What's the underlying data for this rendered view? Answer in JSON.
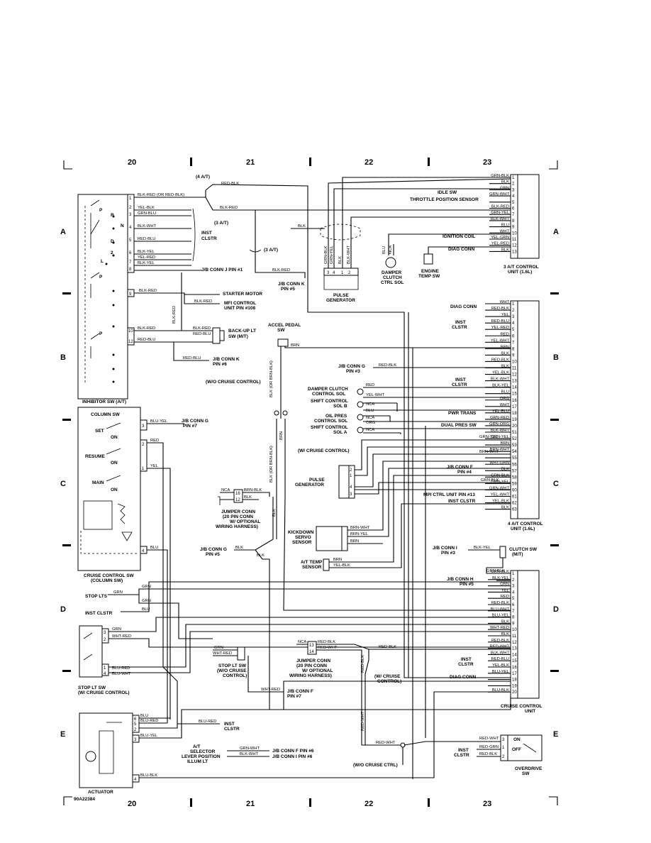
{
  "diagram_id": "90A22384",
  "grid": {
    "columns": [
      "20",
      "21",
      "22",
      "23"
    ],
    "rows": [
      "A",
      "B",
      "C",
      "D",
      "E"
    ]
  },
  "components": {
    "inhibitor_sw": "INHIBITOR SW (A/T)",
    "cruise_sw": "CRUISE CONTROL SW",
    "cruise_sw_sub": "(COLUMN SW)",
    "stop_lt_sw": "STOP LT SW",
    "stop_lt_sw_sub": "(W/ CRUISE CONTROL)",
    "actuator": "ACTUATOR",
    "stop_lt_sw_nc": "STOP LT SW",
    "stop_lt_sw_nc_sub": "(W/O CRUISE",
    "stop_lt_sw_nc_sub2": "CONTROL)",
    "starter_motor": "STARTER MOTOR",
    "mfi_control": "MFI CONTROL",
    "mfi_control_2": "UNIT PIN #108",
    "backup_lt": "BACK-UP LT",
    "backup_lt_2": "SW (M/T)",
    "accel_pedal": "ACCEL PEDAL",
    "accel_pedal_2": "SW",
    "pulse_gen_top": "PULSE",
    "pulse_gen_top_2": "GENERATOR",
    "dampr_clutch": "DAMPER",
    "dampr_clutch_2": "CLUTCH",
    "dampr_clutch_3": "CTRL SOL",
    "engine_temp": "ENGINE",
    "engine_temp_2": "TEMP SW",
    "at_control_3": "3 A/T CONTROL",
    "at_control_3_2": "UNIT (1.6L)",
    "at_control_4": "4 A/T CONTROL",
    "at_control_4_2": "UNIT (1.6L)",
    "cruise_unit": "CRUISE CONTROL",
    "cruise_unit_2": "UNIT",
    "overdrive_sw": "OVERDRIVE",
    "overdrive_sw_2": "SW",
    "clutch_sw": "CLUTCH SW",
    "clutch_sw_2": "(M/T)",
    "kickdown": "KICKDOWN",
    "kickdown_2": "SERVO",
    "kickdown_3": "SENSOR",
    "at_temp": "A/T TEMP",
    "at_temp_2": "SENSOR",
    "pulse_gen_mid": "PULSE",
    "pulse_gen_mid_2": "GENERATOR",
    "jumper_a": "JUMPER CONN",
    "jumper_a_2": "(20 PIN CONN",
    "jumper_a_3": "W/ OPTIONAL",
    "jumper_a_4": "WIRING HARNESS)",
    "jumper_b": "JUMPER CONN",
    "jumper_b_2": "(20 PIN CONN",
    "jumper_b_3": "W/ OPTIONAL",
    "jumper_b_4": "WIRING HARNESS)",
    "selector_lt": "A/T",
    "selector_lt_2": "SELECTOR",
    "selector_lt_3": "LEVER POSITION",
    "selector_lt_4": "ILLUM LT",
    "inst_clstr_top": "INST",
    "inst_clstr_top_2": "CLSTR"
  },
  "labels": {
    "four_at": "(4 A/T)",
    "three_at": "(3 A/T)",
    "three_at_b": "(3 A/T)",
    "jb_j1": "J/B CONN J PIN #1",
    "jb_k5": "J/B CONN K",
    "jb_k5_2": "PIN #5",
    "jb_k6": "J/B CONN K",
    "jb_k6_2": "PIN #6",
    "jb_g7": "J/B CONN G",
    "jb_g7_2": "PIN #7",
    "jb_g3": "J/B CONN G",
    "jb_g3_2": "PIN #3",
    "jb_g5": "J/B CONN G",
    "jb_g5_2": "PIN #5",
    "jb_f4": "J/B CONN F",
    "jb_f4_2": "PIN #4",
    "jb_i3": "J/B CONN I",
    "jb_i3_2": "PIN #3",
    "jb_h5": "J/B CONN H",
    "jb_h5_2": "PIN #5",
    "jb_f7": "J/B CONN F",
    "jb_f7_2": "PIN #7",
    "jb_f6": "J/B CONN F PIN #6",
    "jb_i6": "J/B CONN I PIN #6",
    "wo_cruise": "(W/O CRUISE CONTROL)",
    "w_cruise": "(W/ CRUISE CONTROL)",
    "w_cruise_2": "(W/ CRUISE",
    "w_cruise_2b": "CONTROL)",
    "wo_cruise_ctrl": "(W/O CRUISE CTRL)",
    "stop_lts": "STOP LTS",
    "inst_clstr": "INST CLSTR",
    "inst_clstr_e": "INST",
    "inst_clstr_e_2": "CLSTR",
    "idle_sw": "IDLE SW",
    "tps": "THROTTLE POSITION SENSOR",
    "ign_coil": "IGNITION COIL",
    "diag_conn": "DIAG CONN",
    "diag_conn_2": "DIAG CONN",
    "diag_conn_3": "DIAG CONN",
    "damper_sol": "DAMPER CLUTCH",
    "damper_sol_2": "CONTROL SOL",
    "shift_b": "SHIFT CONTROL",
    "shift_b_2": "SOL B",
    "oil_pres": "OIL PRES",
    "oil_pres_2": "CONTROL SOL",
    "shift_a": "SHIFT CONTROL",
    "shift_a_2": "SOL A",
    "pwr_trans": "PWR TRANS",
    "dual_pres": "DUAL PRES SW",
    "mpi_13": "MPI CTRL UNIT PIN #13",
    "inst_clstr_c": "INST CLSTR",
    "col_sw": "COLUMN SW",
    "set": "SET",
    "on": "ON",
    "resume": "RESUME",
    "on2": "ON",
    "main": "MAIN",
    "on3": "ON",
    "od_on": "ON",
    "od_off": "OFF"
  },
  "wires": {
    "red_blk": "RED-BLK",
    "blk_red": "BLK-RED",
    "blk_red_or": "BLK-RED (OR RED-BLK)",
    "yel_blk": "YEL-BLK",
    "grn_blu": "GRN-BLU",
    "blk_wht": "BLK-WHT",
    "red_blu": "RED-BLU",
    "blk_yel": "BLK-YEL",
    "yel_red": "YEL-RED",
    "blk": "BLK",
    "brn": "BRN",
    "blu_yel": "BLU-YEL",
    "red": "RED",
    "yel": "YEL",
    "blu": "BLU",
    "grn": "GRN",
    "wht_red": "WHT-RED",
    "blu_red": "BLU-RED",
    "blu_wht": "BLU-WHT",
    "blu_blk": "BLU-BLK",
    "grn_wht": "GRN-WHT",
    "brn_blk": "BRN-BLK",
    "red_wht": "RED-WHT",
    "wht": "WHT",
    "nca": "NCA",
    "org": "ORG",
    "grn_yel": "GRN-YEL",
    "brn_wht": "BRN-WHT",
    "wht_grn": "WHT-GRN",
    "brn_yel": "BRN-YEL",
    "grn_blk": "GRN-BLK",
    "yel_wht": "YEL-WHT",
    "grn_red": "GRN-RED",
    "grn_org": "GRN-ORG",
    "red_grn": "RED-GRN",
    "brn_or": "BLK (OR BRN-BLK)"
  },
  "at3_pins": [
    {
      "pin": "1",
      "wire": "GRN-BLK"
    },
    {
      "pin": "2",
      "wire": "BLK"
    },
    {
      "pin": "3",
      "wire": "GRN"
    },
    {
      "pin": "4",
      "wire": "GRN-WHT"
    },
    {
      "pin": "5",
      "wire": ""
    },
    {
      "pin": "6",
      "wire": "BLK-RED"
    },
    {
      "pin": "7",
      "wire": "GRN-YEL"
    },
    {
      "pin": "8",
      "wire": "BLK-WHT"
    },
    {
      "pin": "9",
      "wire": "BLU"
    },
    {
      "pin": "10",
      "wire": "WHT"
    },
    {
      "pin": "11",
      "wire": "YEL-GRN"
    },
    {
      "pin": "12",
      "wire": "YEL-RED"
    },
    {
      "pin": "13",
      "wire": "BLK"
    }
  ],
  "at4_pins": [
    {
      "pin": "1",
      "wire": "WHT"
    },
    {
      "pin": "2",
      "wire": "RED-BLK"
    },
    {
      "pin": "3",
      "wire": "YEL"
    },
    {
      "pin": "4",
      "wire": "RED-BLU"
    },
    {
      "pin": "5",
      "wire": "YEL-RED"
    },
    {
      "pin": "6",
      "wire": "RED"
    },
    {
      "pin": "7",
      "wire": "YEL-WHT"
    },
    {
      "pin": "8",
      "wire": "BRN"
    },
    {
      "pin": "9",
      "wire": "BLK"
    },
    {
      "pin": "10",
      "wire": "RED-BLK"
    },
    {
      "pin": "11",
      "wire": "BLK"
    },
    {
      "pin": "12",
      "wire": "YEL-BLK"
    },
    {
      "pin": "13",
      "wire": "BLK-WHT"
    },
    {
      "pin": "14",
      "wire": "BLK-YEL"
    },
    {
      "pin": "15",
      "wire": "BLU"
    },
    {
      "pin": "16",
      "wire": "ORG"
    },
    {
      "pin": "17",
      "wire": "WHT"
    },
    {
      "pin": "18",
      "wire": "YEL-BLU"
    },
    {
      "pin": "19",
      "wire": "GRN-RED"
    },
    {
      "pin": "20",
      "wire": "GRN-ORG"
    },
    {
      "pin": "51",
      "wire": "BLK-WHT"
    },
    {
      "pin": "52",
      "wire": "GRN-YEL"
    },
    {
      "pin": "53",
      "wire": "BRN"
    },
    {
      "pin": "54",
      "wire": "BRN-WHT"
    },
    {
      "pin": "55",
      "wire": ""
    },
    {
      "pin": "56",
      "wire": "WHT-GRN"
    },
    {
      "pin": "57",
      "wire": "BLK"
    },
    {
      "pin": "58",
      "wire": "GRN-BLK"
    },
    {
      "pin": "59",
      "wire": "GRN-YEL"
    },
    {
      "pin": "60",
      "wire": "GRN-WHT"
    },
    {
      "pin": "61",
      "wire": "YEL-WHT"
    },
    {
      "pin": "62",
      "wire": "YEL-BLK"
    },
    {
      "pin": "63",
      "wire": "BLK"
    }
  ],
  "cruise_pins": [
    {
      "pin": "1",
      "wire": "GRN-BLK"
    },
    {
      "pin": "2",
      "wire": "BLK-YEL"
    },
    {
      "pin": "3",
      "wire": "GRN"
    },
    {
      "pin": "4",
      "wire": "YEL"
    },
    {
      "pin": "5",
      "wire": "RED"
    },
    {
      "pin": "6",
      "wire": "RED-BLK"
    },
    {
      "pin": "7",
      "wire": "BLU-WHT"
    },
    {
      "pin": "8",
      "wire": "BLU-YEL"
    },
    {
      "pin": "9",
      "wire": "BLK"
    },
    {
      "pin": "10",
      "wire": "WHT-RED"
    },
    {
      "pin": "11",
      "wire": "BLK"
    },
    {
      "pin": "12",
      "wire": "RED-BLK"
    },
    {
      "pin": "13",
      "wire": "RED-WHT"
    },
    {
      "pin": "14",
      "wire": "BLK-WHT"
    },
    {
      "pin": "15",
      "wire": "RED-BLU"
    },
    {
      "pin": "16",
      "wire": "YEL-BLK"
    },
    {
      "pin": "17",
      "wire": "BLU-YEL"
    },
    {
      "pin": "18",
      "wire": ""
    },
    {
      "pin": "19",
      "wire": ""
    },
    {
      "pin": "20",
      "wire": "BLU-BLK"
    }
  ]
}
